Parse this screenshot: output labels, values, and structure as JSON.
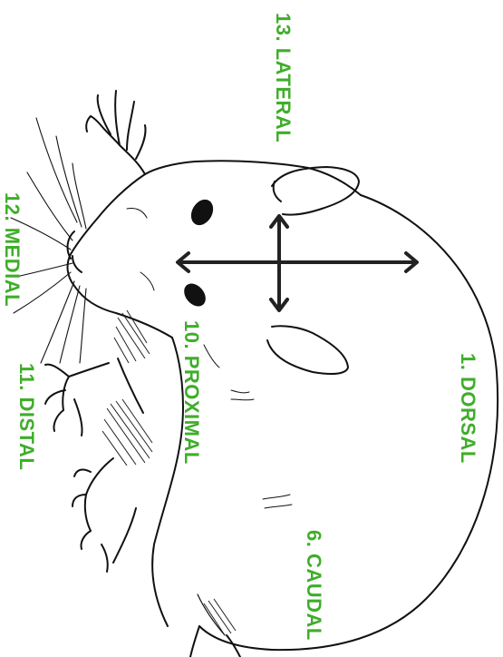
{
  "labels": {
    "dorsal": "1. DORSAL",
    "caudal": "6. CAUDAL",
    "proximal": "10. PROXIMAL",
    "distal": "11. DISTAL",
    "medial": "12. MEDIAL",
    "lateral": "13. LATERAL"
  },
  "colors": {
    "label": "#3fae2a",
    "ink": "#111111",
    "arrow": "#222222"
  },
  "illustration": "rat-drawing-top-view"
}
